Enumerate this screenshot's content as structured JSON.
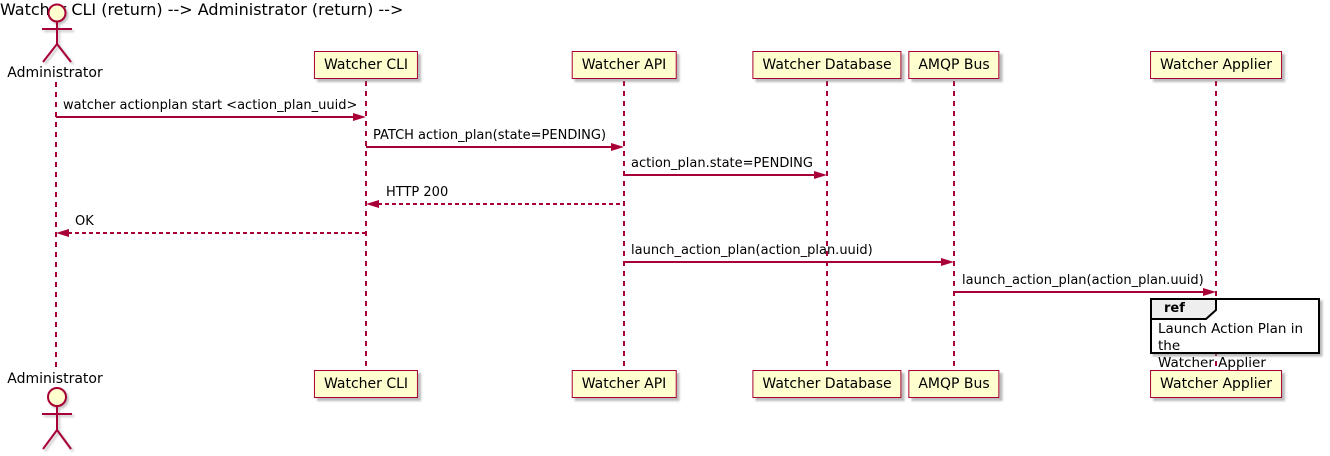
{
  "diagram": {
    "kind": "plantuml-sequence-diagram",
    "colors": {
      "participant_fill": "#FEFECE",
      "participant_border": "#A80036",
      "line_color": "#A80036",
      "text_color": "#000000",
      "ref_border": "#000000",
      "ref_header_fill": "#EEEEEE",
      "ref_body_fill": "#FFFFFF"
    },
    "actor": {
      "label": "Administrator"
    },
    "participants": [
      {
        "label": "Watcher CLI"
      },
      {
        "label": "Watcher API"
      },
      {
        "label": "Watcher Database"
      },
      {
        "label": "AMQP Bus"
      },
      {
        "label": "Watcher Applier"
      }
    ],
    "messages": [
      {
        "text": "watcher actionplan start <action_plan_uuid>",
        "from": "Administrator",
        "to": "Watcher CLI",
        "style": "solid"
      },
      {
        "text": "PATCH action_plan(state=PENDING)",
        "from": "Watcher CLI",
        "to": "Watcher API",
        "style": "solid"
      },
      {
        "text": "action_plan.state=PENDING",
        "from": "Watcher API",
        "to": "Watcher Database",
        "style": "solid"
      },
      {
        "text": "HTTP 200",
        "from": "Watcher API",
        "to": "Watcher CLI",
        "style": "dashed"
      },
      {
        "text": "OK",
        "from": "Watcher CLI",
        "to": "Administrator",
        "style": "dashed"
      },
      {
        "text": "launch_action_plan(action_plan.uuid)",
        "from": "Watcher API",
        "to": "AMQP Bus",
        "style": "solid"
      },
      {
        "text": "launch_action_plan(action_plan.uuid)",
        "from": "AMQP Bus",
        "to": "Watcher Applier",
        "style": "solid"
      }
    ],
    "ref": {
      "keyword": "ref",
      "text": "Launch Action Plan in the\nWatcher Applier",
      "over": "Watcher Applier"
    }
  }
}
